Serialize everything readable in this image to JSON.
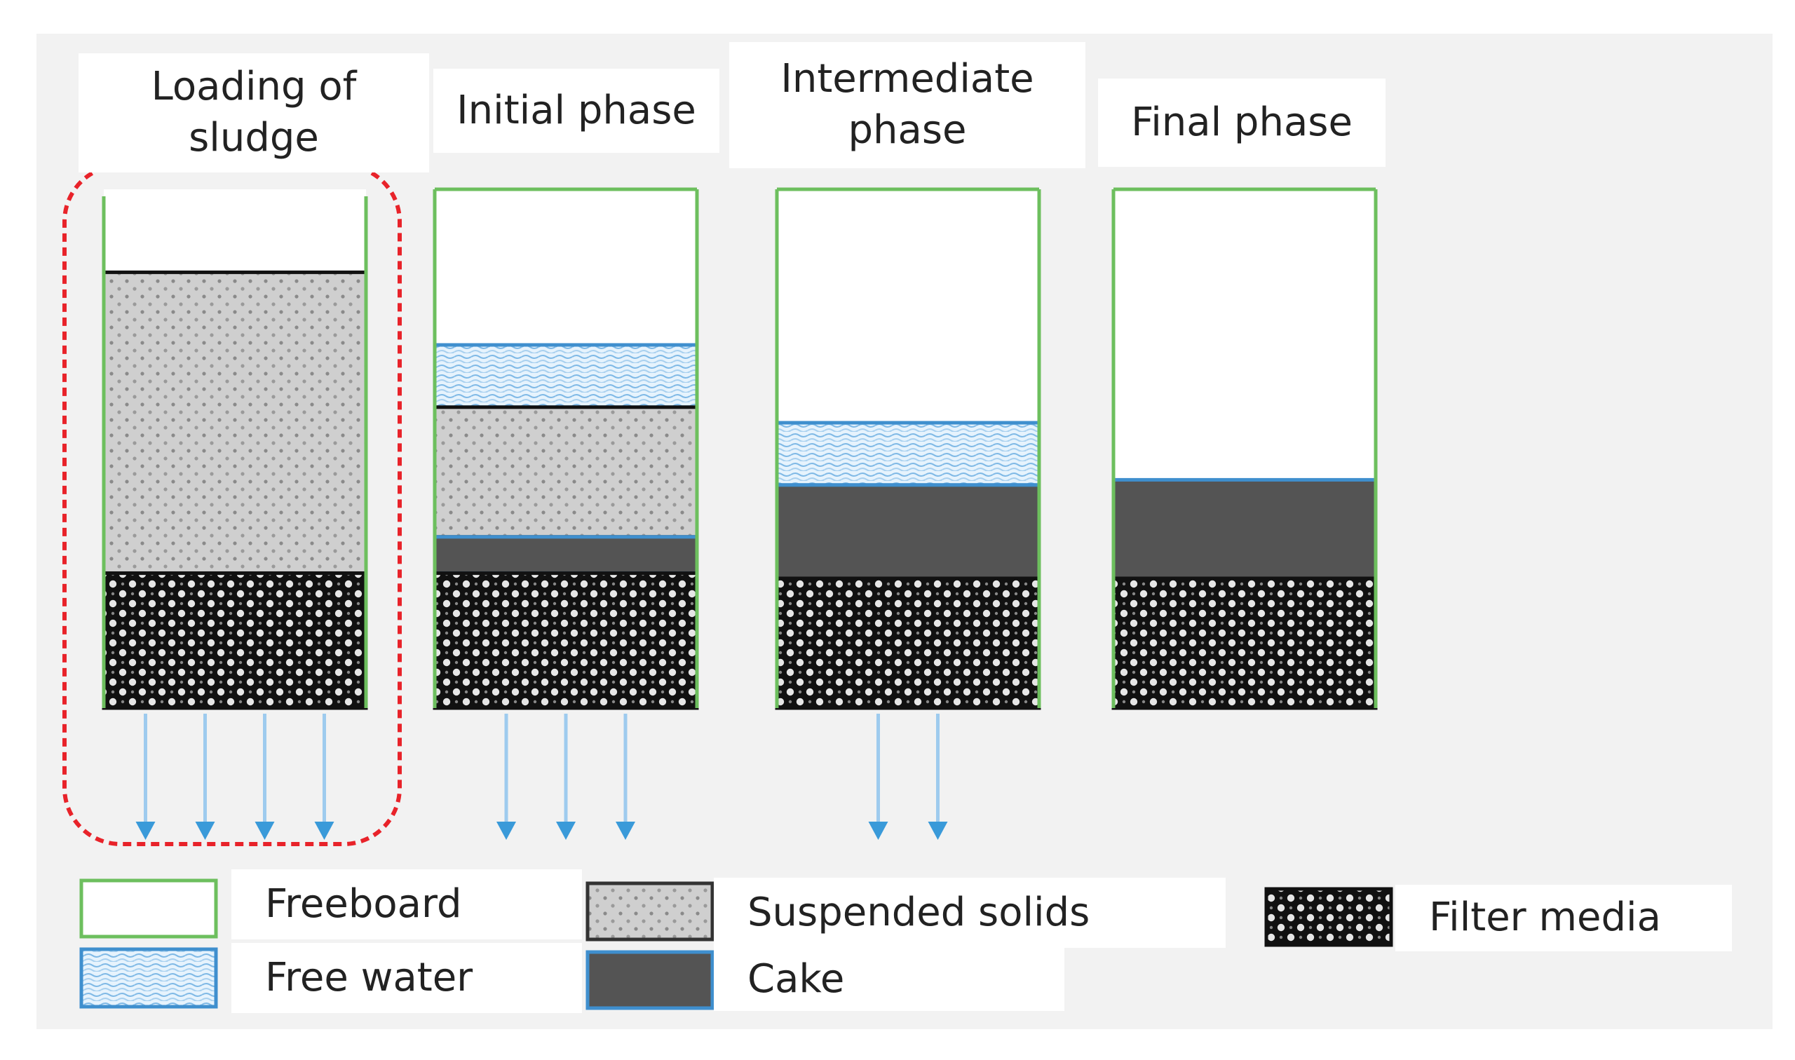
{
  "phases": [
    {
      "title": "Loading of\nsludge",
      "layers": [
        [
          "freeboard",
          0.16
        ],
        [
          "suspended",
          0.58
        ],
        [
          "media",
          0.26
        ]
      ],
      "arrows": 4,
      "highlight": true
    },
    {
      "title": "Initial phase",
      "layers": [
        [
          "freeboard",
          0.3
        ],
        [
          "water",
          0.12
        ],
        [
          "suspended",
          0.25
        ],
        [
          "cake",
          0.07
        ],
        [
          "media",
          0.26
        ]
      ],
      "arrows": 3
    },
    {
      "title": "Intermediate\nphase",
      "layers": [
        [
          "freeboard",
          0.45
        ],
        [
          "water",
          0.12
        ],
        [
          "cake",
          0.18
        ],
        [
          "media",
          0.25
        ]
      ],
      "arrows": 2
    },
    {
      "title": "Final phase",
      "layers": [
        [
          "freeboard",
          0.56
        ],
        [
          "cake",
          0.19
        ],
        [
          "media",
          0.25
        ]
      ],
      "arrows": 0
    }
  ],
  "legend": {
    "freeboard": "Freeboard",
    "water": "Free water",
    "suspended": "Suspended solids",
    "cake": "Cake",
    "media": "Filter media"
  },
  "colors": {
    "background": "#f2f2f2",
    "freeboard_border": "#6dbf5e",
    "water_border": "#3f8fce",
    "water_fill": "#dceefb",
    "suspended_fill": "#cfcfcf",
    "cake_fill": "#545454",
    "media_fill": "#111111",
    "arrow": "#3a9ad9",
    "highlight": "#e8232a"
  }
}
